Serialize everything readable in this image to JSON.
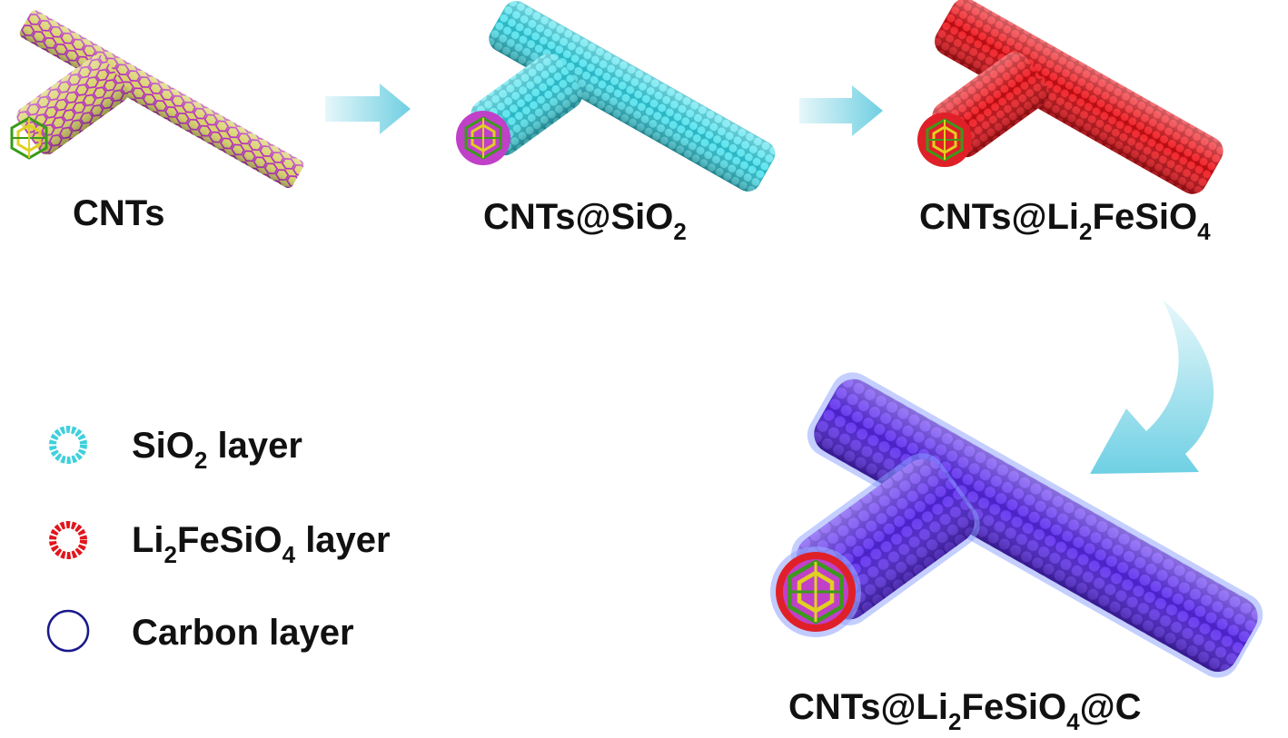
{
  "stages": [
    {
      "label": [
        "CNTs"
      ],
      "color": "#c000c8"
    },
    {
      "label": [
        "CNTs@SiO",
        "2"
      ],
      "color": "#3fd0dc"
    },
    {
      "label": [
        "CNTs@Li",
        "2",
        "FeSiO",
        "4"
      ],
      "color": "#e0161c"
    },
    {
      "label": [
        "CNTs@Li",
        "2",
        "FeSiO",
        "4",
        "@C"
      ],
      "color": "#5a2be0"
    }
  ],
  "legend": [
    {
      "label": [
        "SiO",
        "2",
        " layer"
      ],
      "color": "#3fd0dc",
      "icon": "bead-ring-icon"
    },
    {
      "label": [
        "Li",
        "2",
        "FeSiO",
        "4",
        " layer"
      ],
      "color": "#e0161c",
      "icon": "bead-ring-icon"
    },
    {
      "label": [
        "Carbon layer"
      ],
      "color": "#1a1a8c",
      "icon": "ring-icon"
    }
  ],
  "colors": {
    "arrow": "#7fd6e6",
    "core_green": "#3a9a1a",
    "core_yellow": "#e0d020"
  }
}
